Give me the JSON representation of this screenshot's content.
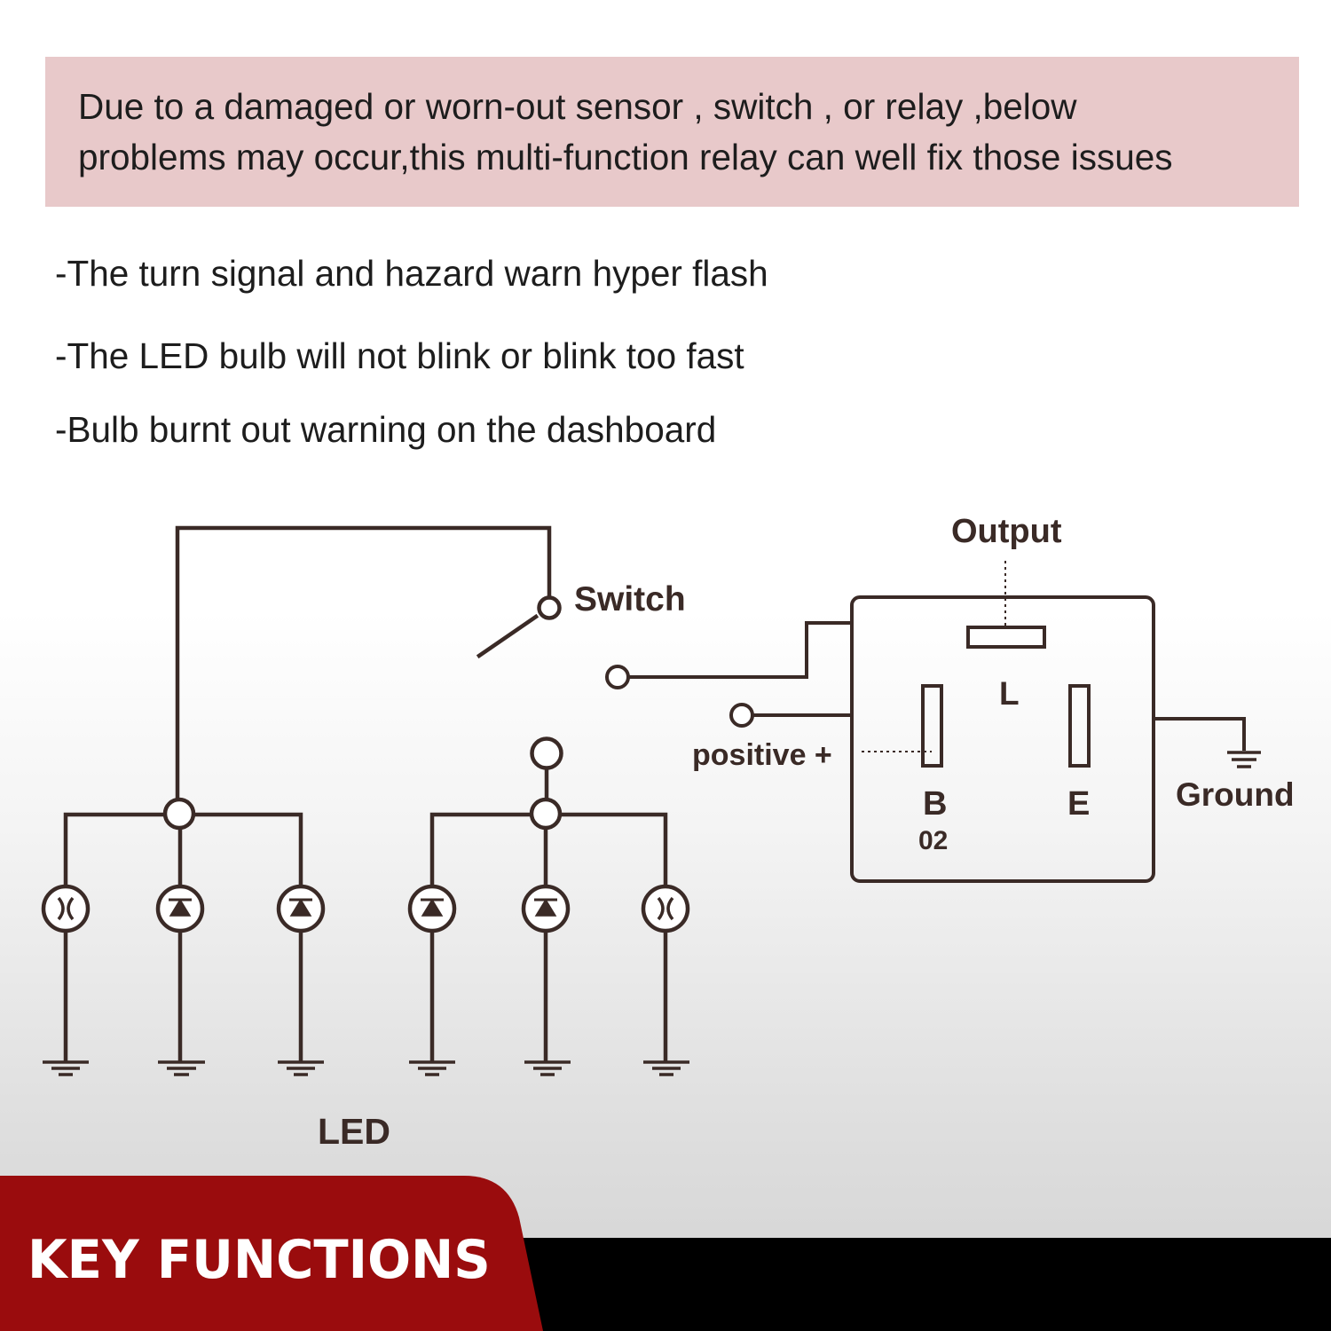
{
  "intro": {
    "text": "Due to a damaged or worn-out sensor , switch , or relay ,below\nproblems may occur,this multi-function relay can well fix those issues"
  },
  "problems": [
    "-The turn signal and hazard warn hyper flash",
    "-The LED bulb will not blink or blink too fast",
    "-Bulb burnt out warning on the dashboard"
  ],
  "diagram": {
    "switch_label": "Switch",
    "led_label": "LED",
    "output_label": "Output",
    "positive_label": "positive +",
    "ground_label": "Ground",
    "terminal_l": "L",
    "terminal_b": "B",
    "terminal_b_number": "02",
    "terminal_e": "E"
  },
  "footer": {
    "title": "KEY FUNCTIONS"
  },
  "colors": {
    "intro_background": "#e8c9ca",
    "line": "#3a2a26",
    "footer_red": "#9a0c0d",
    "footer_black": "#000000"
  }
}
